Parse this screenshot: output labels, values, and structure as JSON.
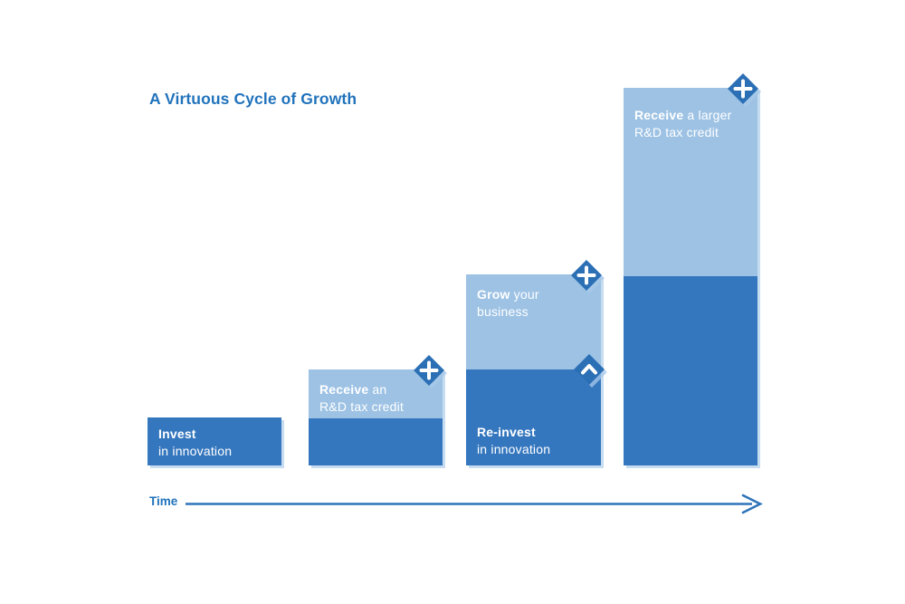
{
  "title": "A Virtuous Cycle of Growth",
  "time_axis": {
    "label": "Time"
  },
  "colors": {
    "dark_blue": "#3577BE",
    "light_blue": "#9DC2E4",
    "icon_blue": "#2B6FB5",
    "text_blue": "#2173BC"
  },
  "bars": [
    {
      "name": "invest",
      "dark": {
        "line1_bold": "Invest",
        "line1_rest": "",
        "line2": "in innovation"
      }
    },
    {
      "name": "receive-credit",
      "light": {
        "line1_bold": "Receive",
        "line1_rest": " an",
        "line2": "R&D tax credit"
      },
      "icon": "plus"
    },
    {
      "name": "grow-reinvest",
      "light": {
        "line1_bold": "Grow",
        "line1_rest": " your",
        "line2": "business"
      },
      "dark": {
        "line1_bold": "Re-invest",
        "line1_rest": "",
        "line2": "in innovation"
      },
      "icons": [
        "plus",
        "chevron-up"
      ]
    },
    {
      "name": "receive-larger-credit",
      "light": {
        "line1_bold": "Receive",
        "line1_rest": " a larger",
        "line2": "R&D tax credit"
      },
      "icon": "plus"
    }
  ],
  "chart_data": {
    "type": "bar",
    "title": "A Virtuous Cycle of Growth",
    "xlabel": "Time",
    "ylabel": "",
    "categories": [
      "Invest in innovation",
      "Receive an R&D tax credit",
      "Grow your business / Re-invest in innovation",
      "Receive a larger R&D tax credit"
    ],
    "series": [
      {
        "name": "dark segment (invest / re-invest)",
        "values": [
          1,
          1,
          2,
          4
        ]
      },
      {
        "name": "light segment (tax credit / growth)",
        "values": [
          0,
          1,
          2,
          4
        ]
      }
    ],
    "units": "relative units; each bar doubles the previous (1, 2, 4, 8)",
    "stacked": true,
    "legend": false,
    "grid": false,
    "y_axis_visible": false,
    "x_axis_style": "arrow pointing right labeled Time",
    "annotations": [
      "plus-diamond icon at top-right of bars 2, 3, 4",
      "chevron-up-diamond icon at light/dark boundary of bar 3"
    ]
  }
}
